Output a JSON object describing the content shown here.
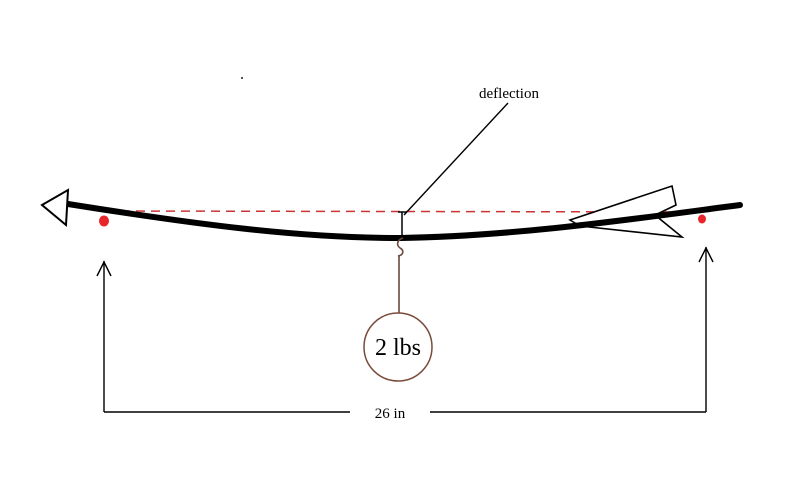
{
  "labels": {
    "deflection": "deflection",
    "weight": "2 lbs",
    "span": "26 in"
  },
  "colors": {
    "background": "#ffffff",
    "line": "#000000",
    "reference_line": "#cc3333",
    "support_dot": "#e8262a",
    "weight_circle": "#7a4a3a",
    "hanger": "#6b4a3a"
  },
  "icons": {
    "arrow_tip": "open-triangle-arrowhead",
    "fletching": "triangular-fletching",
    "support": "red-dot",
    "dimension_arrow": "open-chevron-arrowhead"
  }
}
